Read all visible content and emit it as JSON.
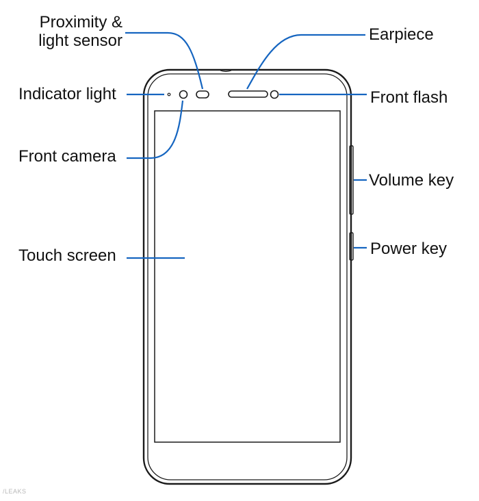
{
  "colors": {
    "leader": "#1565c0",
    "outline": "#1a1a1a",
    "text": "#111111"
  },
  "labels": {
    "proximity_line1": "Proximity &",
    "proximity_line2": "light sensor",
    "indicator": "Indicator light",
    "front_camera": "Front camera",
    "touch_screen": "Touch screen",
    "earpiece": "Earpiece",
    "front_flash": "Front flash",
    "volume_key": "Volume key",
    "power_key": "Power key"
  },
  "watermark": "/LEAKS"
}
